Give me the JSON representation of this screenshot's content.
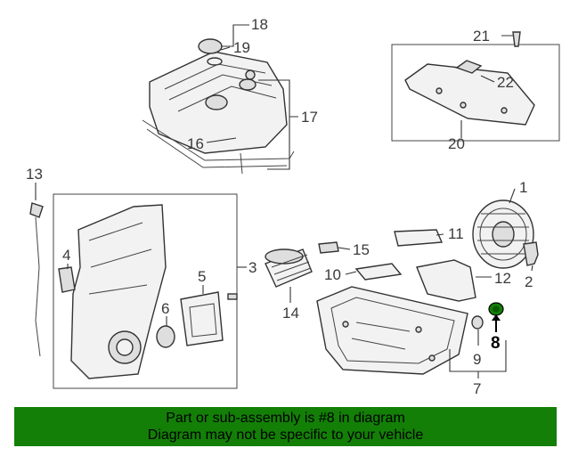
{
  "diagram": {
    "callouts": [
      "1",
      "2",
      "3",
      "4",
      "5",
      "6",
      "7",
      "8",
      "9",
      "10",
      "11",
      "12",
      "13",
      "14",
      "15",
      "16",
      "17",
      "18",
      "19",
      "20",
      "21",
      "22"
    ],
    "highlight_color": "#137f07"
  },
  "banner": {
    "line1": "Part or sub-assembly is #8 in diagram",
    "line2": "Diagram may not be specific to your vehicle",
    "background": "#137f07"
  }
}
